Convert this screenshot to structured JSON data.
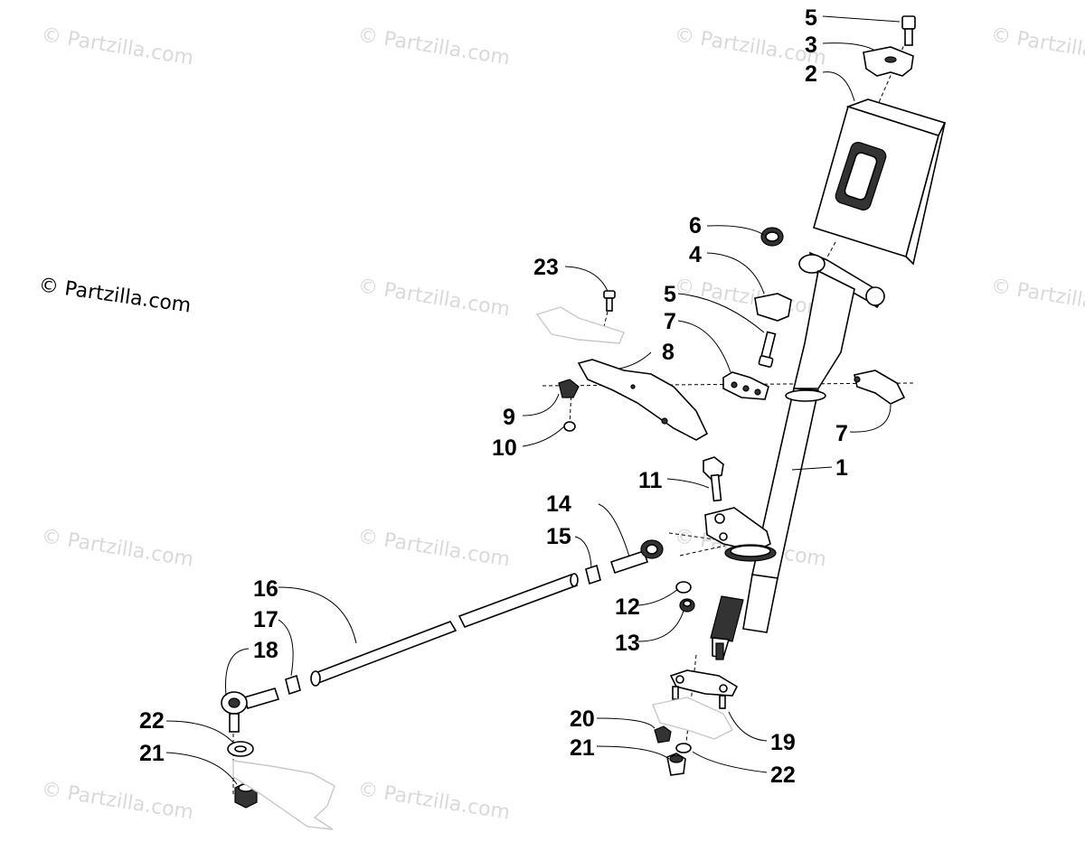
{
  "copyright": "© Partzilla.com",
  "watermarks": [
    "© Partzilla.com",
    "© Partzilla.com",
    "© Partzilla.com",
    "© Partzilla.com",
    "© Partzilla.com",
    "© Partzilla.com",
    "© Partzilla.com",
    "© Partzilla.com",
    "© Partzilla.com",
    "© Partzilla.com",
    "© Partzilla.com",
    "© Partzilla.com"
  ],
  "callouts": {
    "c5a": "5",
    "c3": "3",
    "c2": "2",
    "c6": "6",
    "c4": "4",
    "c23": "23",
    "c5b": "5",
    "c7a": "7",
    "c8": "8",
    "c9": "9",
    "c10": "10",
    "c7b": "7",
    "c1": "1",
    "c11": "11",
    "c14": "14",
    "c15": "15",
    "c16": "16",
    "c12": "12",
    "c13": "13",
    "c17": "17",
    "c18": "18",
    "c22a": "22",
    "c21a": "21",
    "c20": "20",
    "c19": "19",
    "c21b": "21",
    "c22b": "22"
  }
}
